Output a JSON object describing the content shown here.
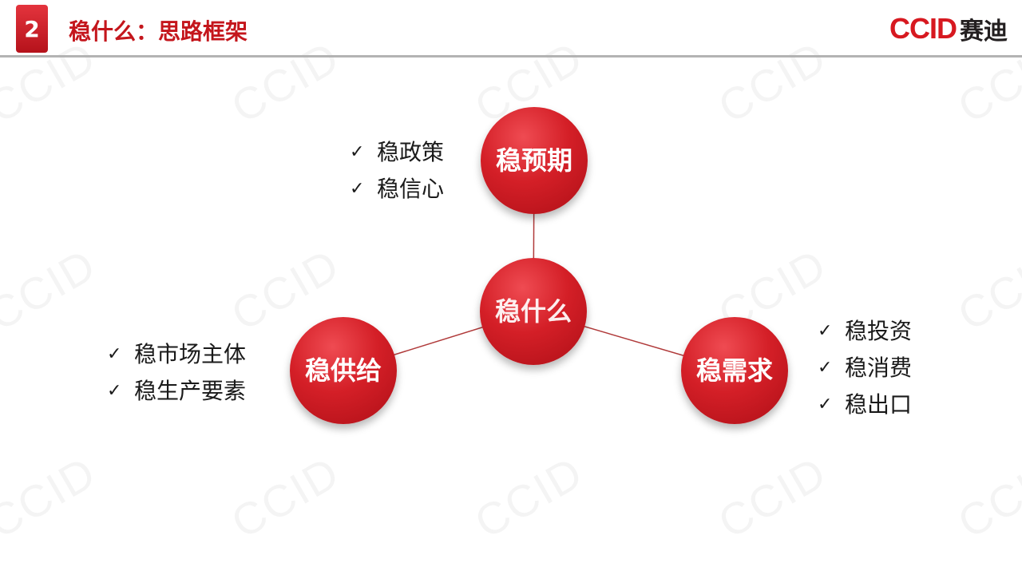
{
  "header": {
    "badge": "2",
    "title": "稳什么：思路框架",
    "logo_latin": "CCID",
    "logo_cn": "赛迪"
  },
  "watermark_text": "CCID",
  "diagram": {
    "center": "稳什么",
    "top": {
      "node": "稳预期",
      "items": [
        "稳政策",
        "稳信心"
      ]
    },
    "left": {
      "node": "稳供给",
      "items": [
        "稳市场主体",
        "稳生产要素"
      ]
    },
    "right": {
      "node": "稳需求",
      "items": [
        "稳投资",
        "稳消费",
        "稳出口"
      ]
    },
    "check_glyph": "✓",
    "colors": {
      "node_red": "#d41f27",
      "link": "#b03a3a",
      "title_red": "#c4161c"
    }
  }
}
